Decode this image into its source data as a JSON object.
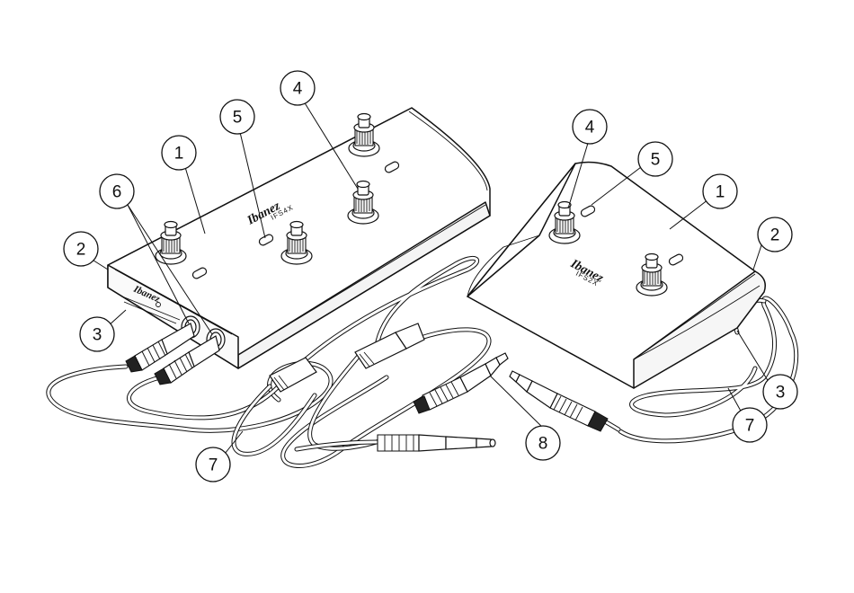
{
  "callouts": {
    "n1": "1",
    "n2": "2",
    "n3": "3",
    "n4": "4",
    "n5": "5",
    "n6": "6",
    "n7": "7",
    "n8": "8"
  },
  "labels": {
    "brand": "Ibanez",
    "model_left": "IFS4X",
    "model_right": "IFS2X"
  }
}
